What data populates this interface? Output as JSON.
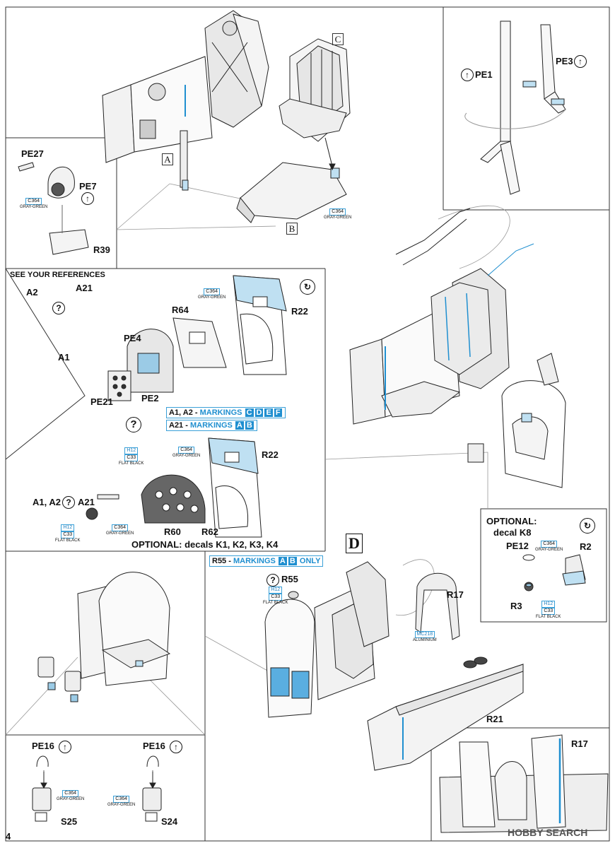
{
  "refs": {
    "see_references": "SEE YOUR REFERENCES",
    "optional_decals": "OPTIONAL: decals K1, K2, K3, K4",
    "optional_decal_k8": "OPTIONAL:",
    "decal_k8": "decal K8"
  },
  "steps": {
    "A": "A",
    "B": "B",
    "C": "C",
    "D": "D"
  },
  "parts": {
    "pe27": "PE27",
    "pe7": "PE7",
    "r39": "R39",
    "pe1": "PE1",
    "pe3": "PE3",
    "a2": "A2",
    "a21": "A21",
    "a1": "A1",
    "r64": "R64",
    "r22": "R22",
    "r22b": "R22",
    "pe4": "PE4",
    "pe2": "PE2",
    "pe21": "PE21",
    "a1a2a21": "A1, A2",
    "a21b": "A21",
    "r60": "R60",
    "r62": "R62",
    "r55": "R55",
    "r17": "R17",
    "r17b": "R17",
    "r21": "R21",
    "pe12": "PE12",
    "r2": "R2",
    "r3": "R3",
    "pe16a": "PE16",
    "pe16b": "PE16",
    "s25": "S25",
    "s24": "S24",
    "q": "?"
  },
  "markings": {
    "m1_prefix": "A1, A2 - ",
    "m1_word": "MARKINGS",
    "m1_tags": [
      "C",
      "D",
      "E",
      "F"
    ],
    "m2_prefix": "A21 - ",
    "m2_word": "MARKINGS",
    "m2_tags": [
      "A",
      "B"
    ],
    "m3_prefix": "R55 - ",
    "m3_word": "MARKINGS",
    "m3_tags": [
      "A",
      "B"
    ],
    "m3_suffix": "ONLY"
  },
  "paints": {
    "c364": "C364",
    "gray_green": "GRAY-GREEN",
    "h12": "H12",
    "c33": "C33",
    "flat_black": "FLAT BLACK",
    "mc218": "MC218",
    "aluminium": "ALUMINIUM"
  },
  "page_number": "4",
  "watermark": "HOBBY SEARCH",
  "colors": {
    "accent": "#1f8fd0",
    "panel_blue": "#bfe0f2",
    "line": "#222222"
  }
}
